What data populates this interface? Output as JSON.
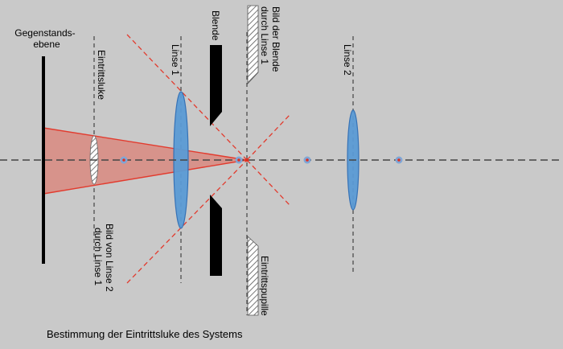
{
  "labels": {
    "object_plane_line1": "Gegenstands-",
    "object_plane_line2": "ebene",
    "entrance_window": "Eintrittsluke",
    "lens1": "Linse 1",
    "aperture": "Blende",
    "aperture_image_line1": "Bild der Blende",
    "aperture_image_line2": "durch Linse 1",
    "lens2": "Linse 2",
    "lens2_image_line1": "Bild von Linse 2",
    "lens2_image_line2": "durch Linse 1",
    "entrance_pupil": "Eintrittspupille"
  },
  "caption": "Bestimmung der Eintrittsluke des Systems",
  "colors": {
    "background": "#c9c9c9",
    "axis": "#444444",
    "lens_fill": "#5b9bd5",
    "lens_stroke": "#2f6eb5",
    "ray": "#e23b2e",
    "cone_fill": "#d98a80",
    "focal_point_fill": "#7fa6d6",
    "focal_point_dot": "#e03020",
    "stop": "#000000",
    "hatch": "#555555"
  }
}
